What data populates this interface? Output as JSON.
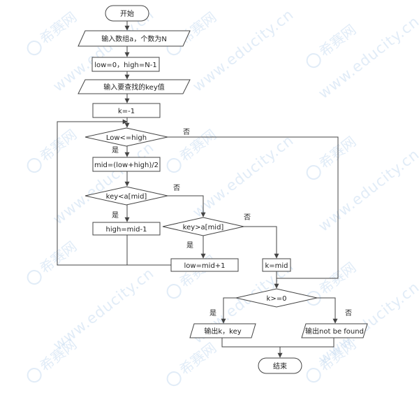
{
  "flowchart": {
    "start": "开始",
    "input_array": "输入数组a，个数为N",
    "init_bounds": "low=0，high=N-1",
    "input_key": "输入要查找的key值",
    "init_k": "k=-1",
    "cond_loop": "Low<=high",
    "calc_mid": "mid=(low+high)/2",
    "cond_less": "key<a[mid]",
    "set_high": "high=mid-1",
    "cond_greater": "key>a[mid]",
    "set_low": "low=mid+1",
    "set_k": "k=mid",
    "cond_found": "k>=0",
    "output_found": "输出k，key",
    "output_not_found": "输出not be found",
    "end": "结束"
  },
  "branch_labels": {
    "yes": "是",
    "no": "否"
  },
  "watermarks": {
    "brand": "希赛网",
    "site": "www.educity.cn"
  },
  "colors": {
    "stroke": "#444444",
    "watermark": "#c9ddf2"
  }
}
